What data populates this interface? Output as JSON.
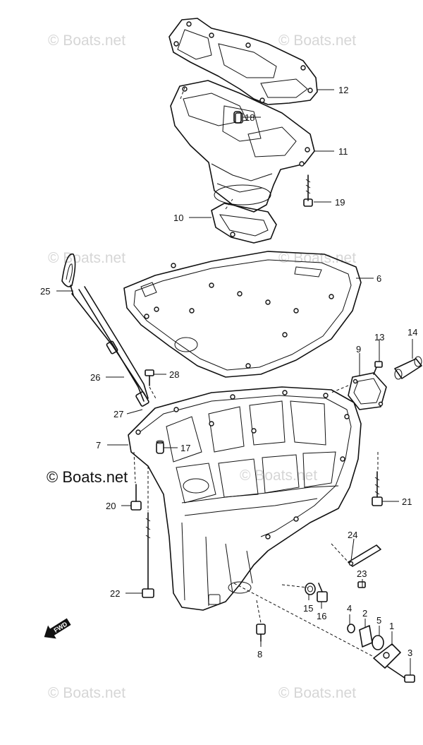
{
  "watermarks": {
    "text": "© Boats.net"
  },
  "brand_label": "© Boats.net",
  "fwd_arrow": {
    "label": "FWD",
    "icon": "fwd-arrow-icon"
  },
  "callouts": {
    "p1": "1",
    "p2": "2",
    "p3": "3",
    "p4": "4",
    "p5": "5",
    "p6": "6",
    "p7": "7",
    "p8": "8",
    "p9": "9",
    "p10": "10",
    "p11": "11",
    "p12": "12",
    "p13": "13",
    "p14": "14",
    "p15": "15",
    "p16": "16",
    "p17": "17",
    "p18": "18",
    "p19": "19",
    "p20": "20",
    "p21": "21",
    "p22": "22",
    "p23": "23",
    "p24": "24",
    "p25": "25",
    "p26": "26",
    "p27": "27",
    "p28": "28"
  },
  "colors": {
    "line": "#111111",
    "watermark": "#d6d6d6",
    "background": "#ffffff"
  }
}
